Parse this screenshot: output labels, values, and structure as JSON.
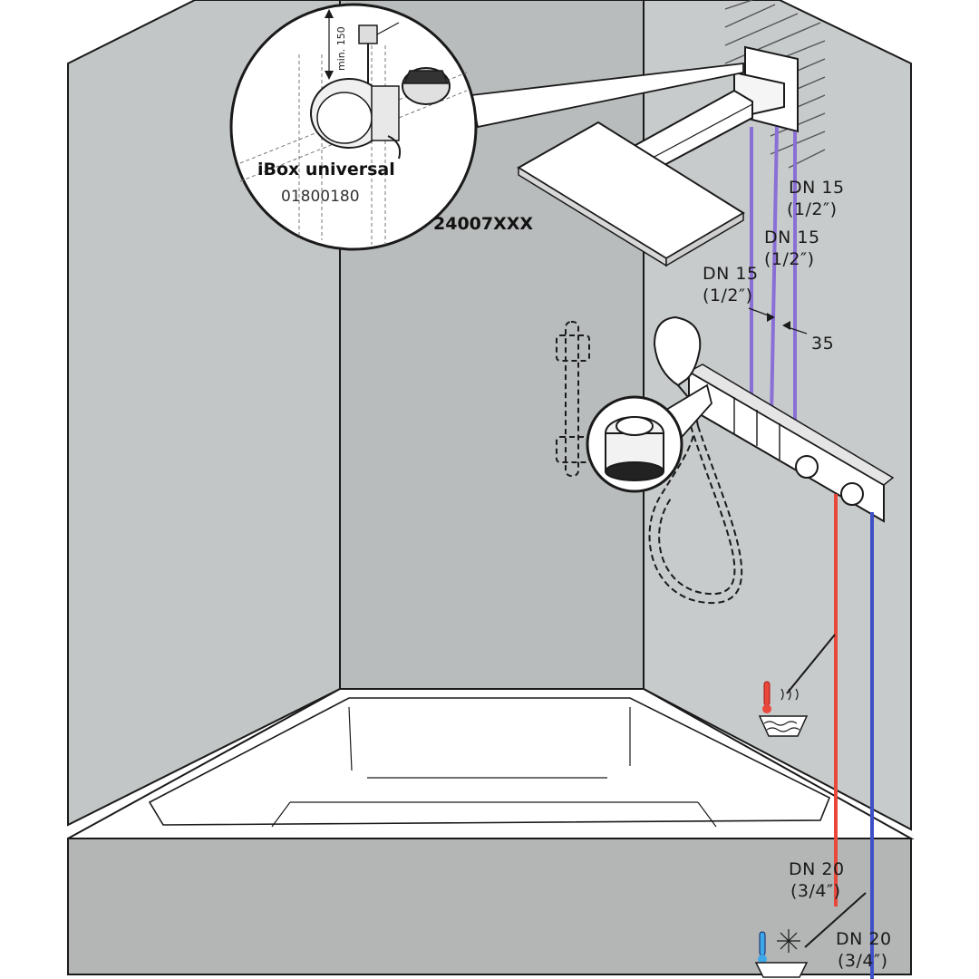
{
  "labels": {
    "ibox_name": "iBox universal",
    "ibox_code": "01800180",
    "min_dimension": "min. 150",
    "product_code": "24007XXX",
    "dimension_35": "35"
  },
  "pipes": [
    {
      "size": "DN 15",
      "inch": "(1/2″)"
    },
    {
      "size": "DN 15",
      "inch": "(1/2″)"
    },
    {
      "size": "DN 15",
      "inch": "(1/2″)"
    },
    {
      "size": "DN 20",
      "inch": "(3/4″)"
    },
    {
      "size": "DN 20",
      "inch": "(3/4″)"
    }
  ],
  "colors": {
    "wall_left": "#c3c6c6",
    "wall_back": "#b9bcbc",
    "wall_right": "#c8cbcb",
    "tub_apron": "#b4b6b6",
    "outline": "#1a1a1a",
    "supply_pipe": "#8a6fd6",
    "hot_pipe": "#e8473a",
    "cold_pipe": "#3f4fc6"
  },
  "icons": {
    "hot_water": "thermometer-hot-water-icon",
    "cold_water": "thermometer-cold-water-icon"
  }
}
